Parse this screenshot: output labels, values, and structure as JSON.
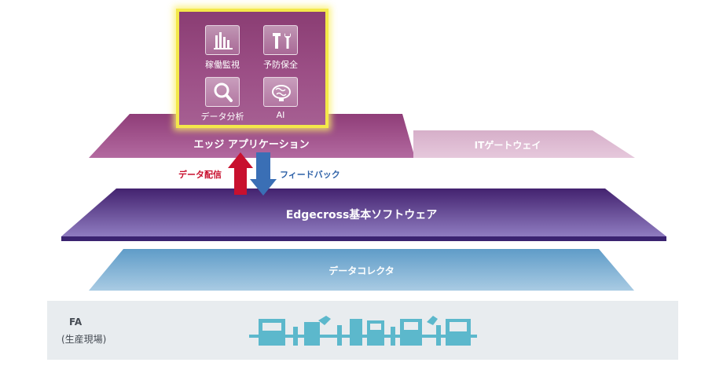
{
  "layers": {
    "edge_app": "エッジ アプリケーション",
    "it_gateway": "ITゲートウェイ",
    "basic_software": "Edgecross基本ソフトウェア",
    "data_collector": "データコレクタ"
  },
  "apps": [
    {
      "label": "稼働監視",
      "icon": "bar-chart-icon"
    },
    {
      "label": "予防保全",
      "icon": "tools-icon"
    },
    {
      "label": "データ分析",
      "icon": "magnifier-icon"
    },
    {
      "label": "AI",
      "icon": "brain-icon"
    }
  ],
  "flows": {
    "data_distribution": "データ配信",
    "feedback": "フィードバック"
  },
  "fa": {
    "title": "FA",
    "subtitle": "(生産現場)"
  },
  "colors": {
    "edge_app": "#9e4f8a",
    "it_gateway": "#ddb9d3",
    "basic_software": "#5a3a8f",
    "data_collector": "#7fb2d6",
    "highlight": "#f4e84a",
    "up_arrow": "#c8102e",
    "down_arrow": "#3a6fb5",
    "factory": "#5cb8cc"
  }
}
